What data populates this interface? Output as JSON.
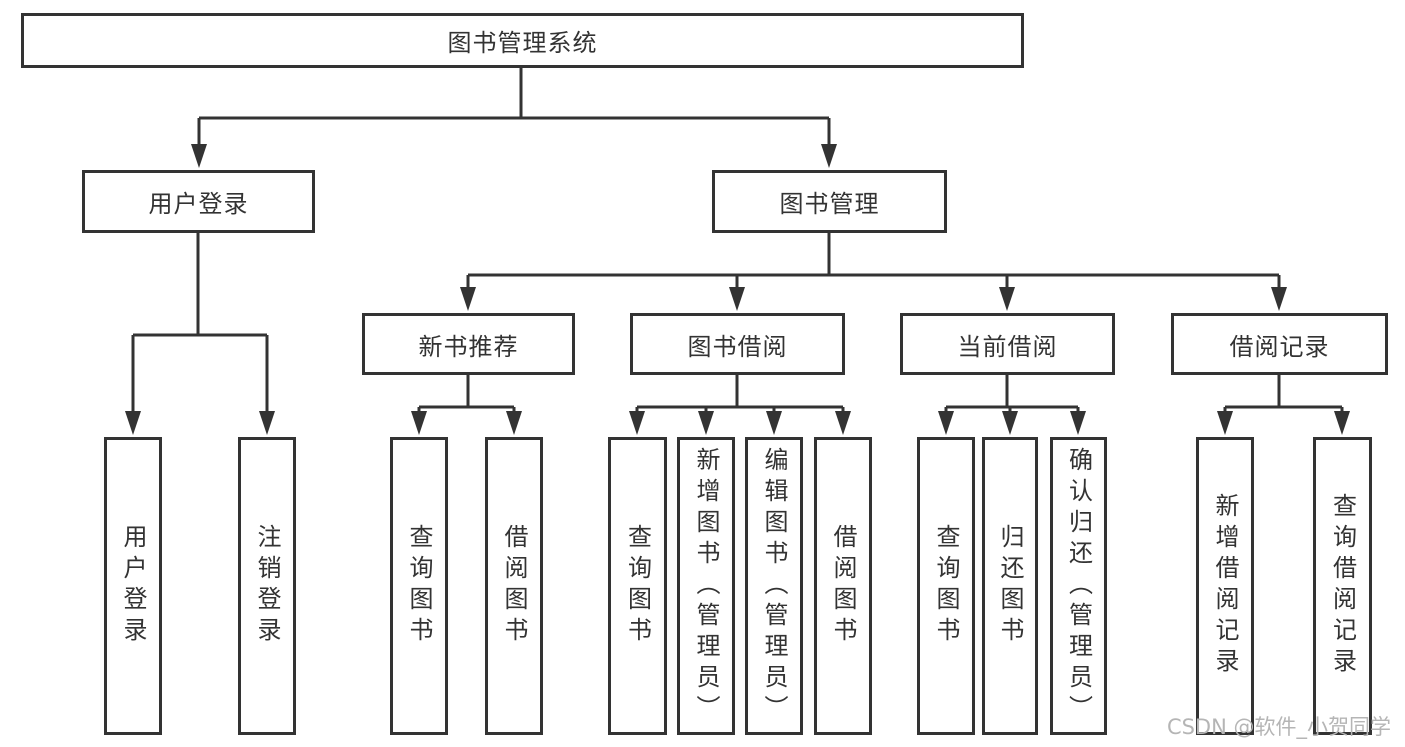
{
  "diagram": {
    "root": {
      "label": "图书管理系统"
    },
    "branches": [
      {
        "label": "用户登录",
        "children": [
          "用户登录",
          "注销登录"
        ]
      },
      {
        "label": "图书管理",
        "sections": [
          {
            "label": "新书推荐",
            "children": [
              "查询图书",
              "借阅图书"
            ]
          },
          {
            "label": "图书借阅",
            "children": [
              "查询图书",
              "新增图书（管理员）",
              "编辑图书（管理员）",
              "借阅图书"
            ]
          },
          {
            "label": "当前借阅",
            "children": [
              "查询图书",
              "归还图书",
              "确认归还（管理员）"
            ]
          },
          {
            "label": "借阅记录",
            "children": [
              "新增借阅记录",
              "查询借阅记录"
            ]
          }
        ]
      }
    ]
  },
  "watermark": {
    "text": "CSDN @软件_小贺同学"
  },
  "colors": {
    "line": "#333333",
    "text": "#333333",
    "background": "#ffffff",
    "watermark": "#b5b5b5"
  }
}
